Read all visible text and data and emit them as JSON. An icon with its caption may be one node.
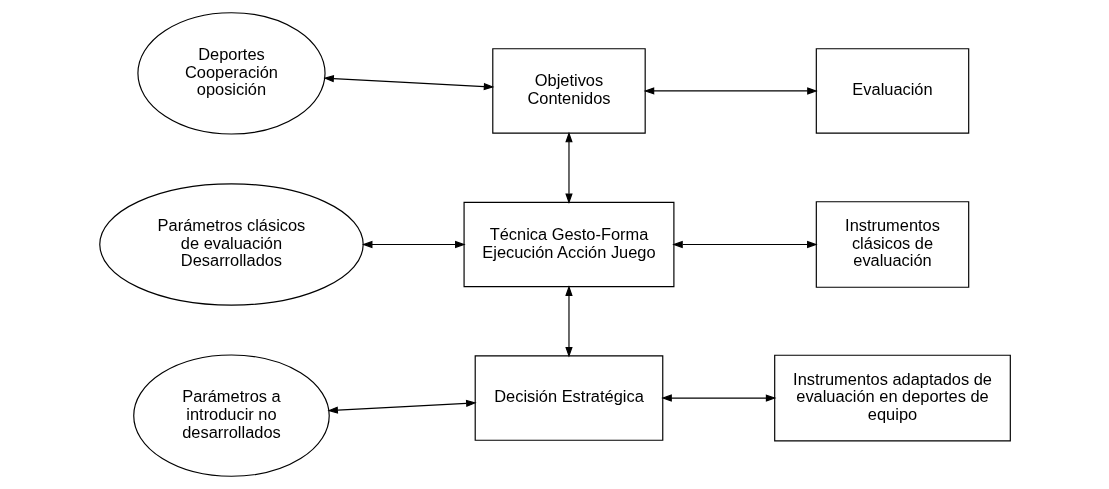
{
  "diagram": {
    "nodes": [
      {
        "text": [
          "Deportes Cooperación oposición"
        ]
      },
      {
        "text": [
          "Objetivos Contenidos"
        ]
      },
      {
        "text": [
          "Evaluación"
        ]
      },
      {
        "text": [
          "Parámetros clásicos de evaluación Desarrollados"
        ]
      },
      {
        "text": [
          "Técnica Gesto-Forma Ejecución Acción Juego"
        ]
      },
      {
        "text": [
          "Instrumentos clásicos de evaluación"
        ]
      },
      {
        "text": [
          "Parámetros a introducir no desarrollados"
        ]
      },
      {
        "text": [
          "Decisión Estratégica"
        ]
      },
      {
        "text": [
          "Instrumentos adaptados de evaluación en deportes de equipo"
        ]
      }
    ],
    "edges": [
      {
        "from": 0,
        "to": 1,
        "arrow": "both"
      },
      {
        "from": 1,
        "to": 2,
        "arrow": "both"
      },
      {
        "from": 1,
        "to": 4,
        "arrow": "both"
      },
      {
        "from": 3,
        "to": 4,
        "arrow": "both"
      },
      {
        "from": 4,
        "to": 5,
        "arrow": "both"
      },
      {
        "from": 4,
        "to": 7,
        "arrow": "both"
      },
      {
        "from": 6,
        "to": 7,
        "arrow": "both"
      },
      {
        "from": 7,
        "to": 8,
        "arrow": "both"
      }
    ]
  }
}
